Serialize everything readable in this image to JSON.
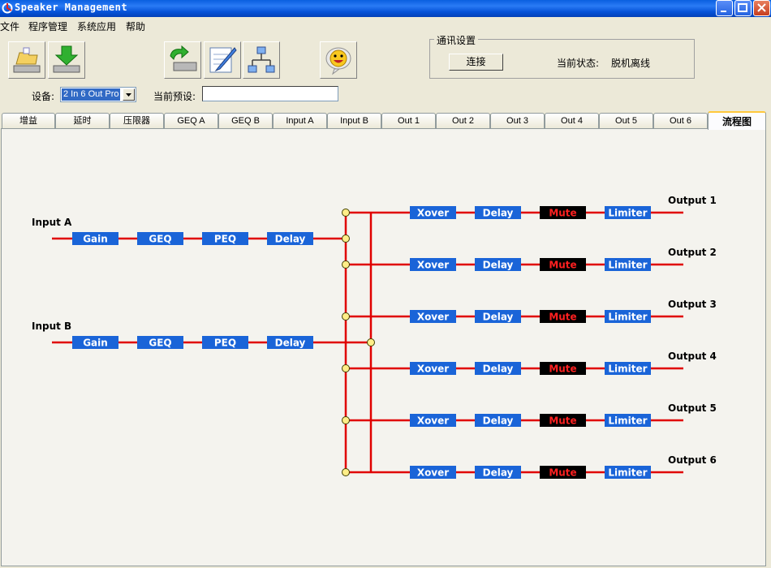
{
  "window": {
    "title": "Speaker Management"
  },
  "menu": {
    "items": [
      "文件",
      "程序管理",
      "系统应用",
      "帮助"
    ]
  },
  "toolbar": {
    "buttons": [
      {
        "icon": "open-folder-icon"
      },
      {
        "icon": "download-arrow-icon"
      },
      {
        "icon": "upload-device-icon"
      },
      {
        "icon": "edit-pencil-icon"
      },
      {
        "icon": "network-icon"
      },
      {
        "icon": "smiley-help-icon"
      }
    ]
  },
  "comm": {
    "group_title": "通讯设置",
    "connect_label": "连接",
    "status_label": "当前状态:",
    "status_value": "脱机离线"
  },
  "device": {
    "label": "设备:",
    "selected": "2 In 6 Out Pro",
    "preset_label": "当前预设:",
    "preset_value": ""
  },
  "tabs": [
    "增益",
    "延时",
    "压限器",
    "GEQ A",
    "GEQ B",
    "Input A",
    "Input B",
    "Out 1",
    "Out 2",
    "Out 3",
    "Out 4",
    "Out 5",
    "Out 6",
    "流程图"
  ],
  "active_tab": "流程图",
  "colors": {
    "wire": "#e00000",
    "block": "#1a64d8",
    "mute_block": "#000000",
    "mute_text": "#ff2020",
    "junction": "#ffee88"
  },
  "flow": {
    "inputs": [
      {
        "label": "Input A",
        "blocks": [
          "Gain",
          "GEQ",
          "PEQ",
          "Delay"
        ]
      },
      {
        "label": "Input B",
        "blocks": [
          "Gain",
          "GEQ",
          "PEQ",
          "Delay"
        ]
      }
    ],
    "output_blocks": [
      "Xover",
      "Delay",
      "Mute",
      "Limiter"
    ],
    "outputs": [
      "Output 1",
      "Output 2",
      "Output 3",
      "Output 4",
      "Output 5",
      "Output 6"
    ]
  }
}
